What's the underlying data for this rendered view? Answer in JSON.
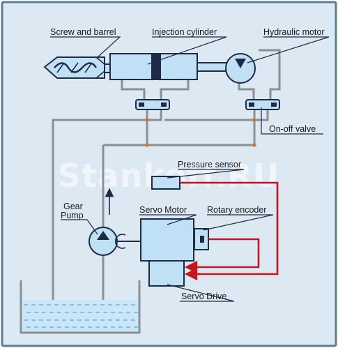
{
  "diagram": {
    "colors": {
      "background": "#dde9f2",
      "border": "#5a7d98",
      "component_fill": "#bfe0f5",
      "component_stroke": "#1f2a44",
      "pipe": "#8c8f93",
      "feedback_line": "#c8141c",
      "oil": "#c9e7f8",
      "junction": "#e07020"
    },
    "labels": {
      "screw_and_barrel": "Screw and barrel",
      "injection_cylinder": "Injection cylinder",
      "hydraulic_motor": "Hydraulic motor",
      "on_off_valve": "On-off valve",
      "pressure_sensor": "Pressure sensor",
      "gear_pump_line1": "Gear",
      "gear_pump_line2": "Pump",
      "servo_motor": "Servo Motor",
      "rotary_encoder": "Rotary encoder",
      "servo_drive": "Servo Drive"
    },
    "watermark": "Stankoff.RU"
  }
}
